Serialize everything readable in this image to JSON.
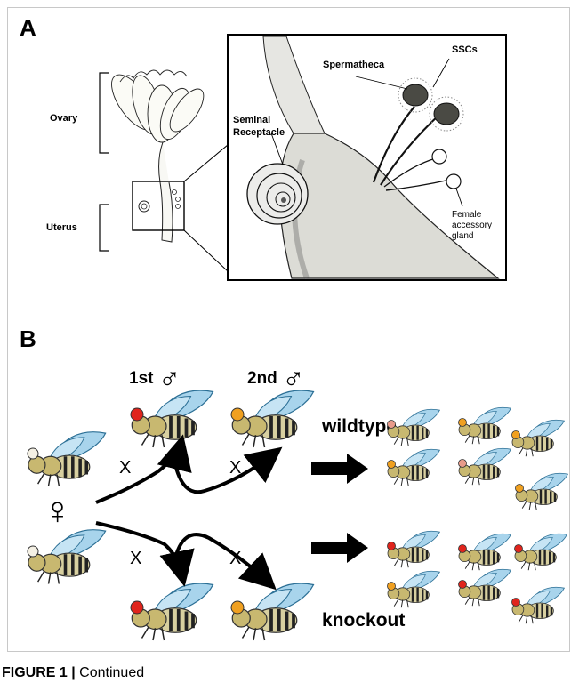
{
  "figure": {
    "panel_a_letter": "A",
    "panel_b_letter": "B",
    "caption_label": "FIGURE 1 |",
    "caption_text": " Continued"
  },
  "panel_a": {
    "ovary_label": "Ovary",
    "uterus_label": "Uterus",
    "spermatheca_label": "Spermatheca",
    "sscs_label": "SSCs",
    "seminal_receptacle_line1": "Seminal",
    "seminal_receptacle_line2": "Receptacle",
    "accessory_line1": "Female",
    "accessory_line2": "accessory",
    "accessory_line3": "gland"
  },
  "panel_b": {
    "first_male": "1st",
    "second_male": "2nd",
    "male_symbol": "♂",
    "female_symbol": "♀",
    "cross_symbol": "X",
    "wildtype_label": "wildtype",
    "knockout_label": "knockout"
  },
  "colors": {
    "eye_red": "#e0241c",
    "eye_orange": "#f0a020",
    "eye_pink": "#e89a8a",
    "eye_white": "#f4f0e4",
    "wing_blue": "#a8d4ec",
    "body_tan": "#d8d0a0"
  }
}
